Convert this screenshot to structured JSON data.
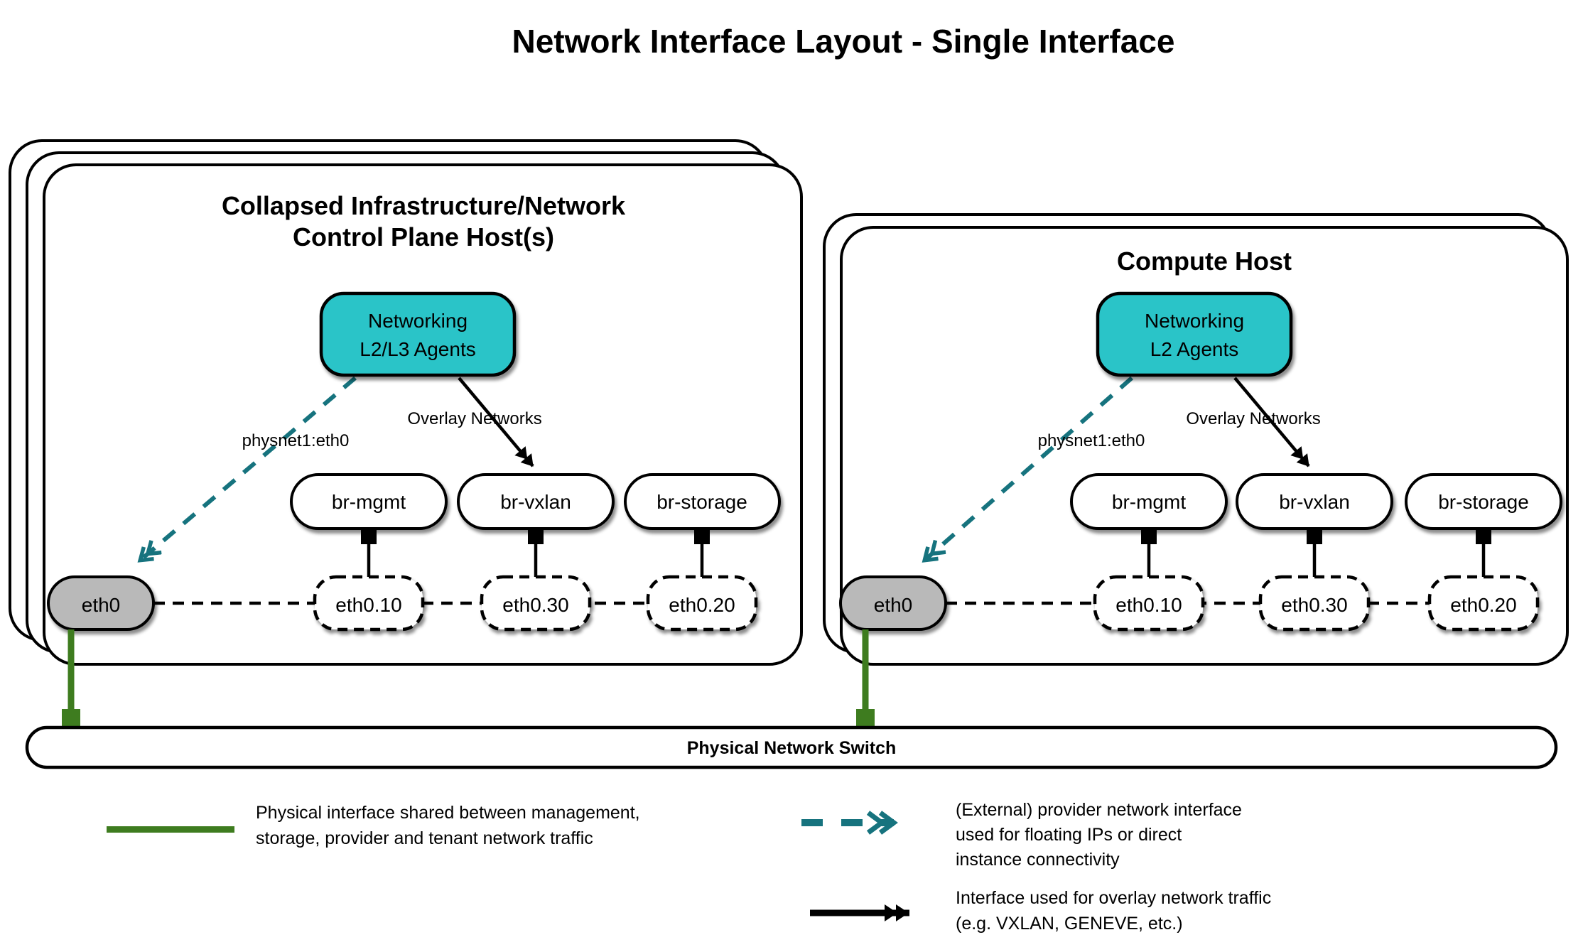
{
  "title": "Network Interface Layout - Single Interface",
  "colors": {
    "agent_fill": "#2bc4c8",
    "provider_line": "#16737e",
    "physical_line": "#3e7c1f",
    "interface_fill": "#b9b9b9"
  },
  "hosts": {
    "left": {
      "title_line1": "Collapsed Infrastructure/Network",
      "title_line2": "Control Plane Host(s)",
      "agent_line1": "Networking",
      "agent_line2": "L2/L3 Agents",
      "provider_label": "physnet1:eth0",
      "overlay_label": "Overlay Networks",
      "bridges": [
        "br-mgmt",
        "br-vxlan",
        "br-storage"
      ],
      "interface": "eth0",
      "vlans": [
        "eth0.10",
        "eth0.30",
        "eth0.20"
      ]
    },
    "right": {
      "title": "Compute Host",
      "agent_line1": "Networking",
      "agent_line2": "L2 Agents",
      "provider_label": "physnet1:eth0",
      "overlay_label": "Overlay Networks",
      "bridges": [
        "br-mgmt",
        "br-vxlan",
        "br-storage"
      ],
      "interface": "eth0",
      "vlans": [
        "eth0.10",
        "eth0.30",
        "eth0.20"
      ]
    }
  },
  "switch": {
    "label": "Physical Network Switch"
  },
  "legend": {
    "physical": {
      "line1": "Physical interface shared between management,",
      "line2": "storage, provider and tenant network traffic"
    },
    "provider": {
      "line1": "(External) provider network interface",
      "line2": "used for floating IPs or direct",
      "line3": "instance connectivity"
    },
    "overlay": {
      "line1": "Interface used for overlay network traffic",
      "line2": "(e.g. VXLAN, GENEVE, etc.)"
    }
  }
}
